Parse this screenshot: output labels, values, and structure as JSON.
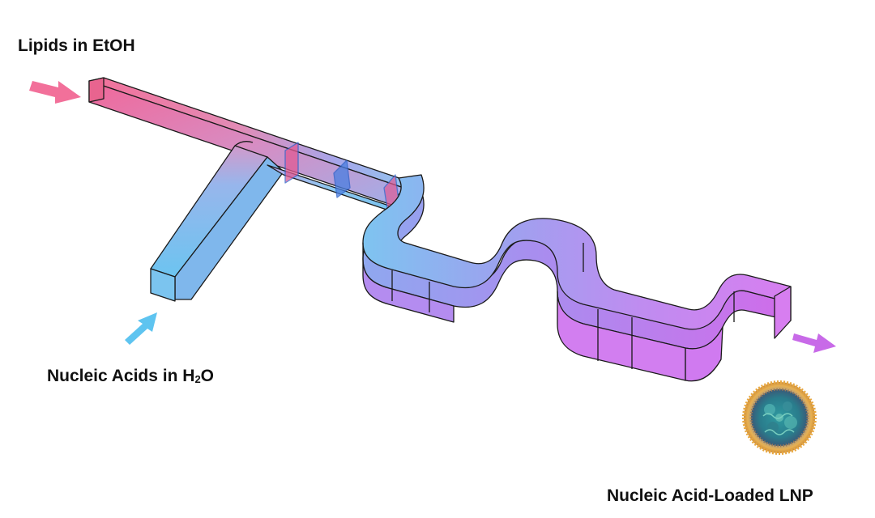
{
  "labels": {
    "lipid_inlet": "Lipids in EtOH",
    "nucleic_inlet_prefix": "Nucleic Acids in H",
    "nucleic_inlet_subscript": "2",
    "nucleic_inlet_suffix": "O",
    "outlet": "Nucleic Acid-Loaded LNP"
  },
  "colors": {
    "lipid_stream": "#f2709a",
    "aqueous_stream": "#6cc4f0",
    "mixed_stream": "#a98cf0",
    "outlet_stream": "#d77ef0",
    "outline": "#1a1a1a",
    "lnp_shell": "#e0a040",
    "lnp_core": "#2a8a8c"
  },
  "icons": {
    "lipid_inlet_arrow": "arrow-right-icon",
    "aqueous_inlet_arrow": "arrow-up-icon",
    "outlet_arrow": "arrow-right-icon",
    "particle": "lipid-nanoparticle-icon"
  }
}
